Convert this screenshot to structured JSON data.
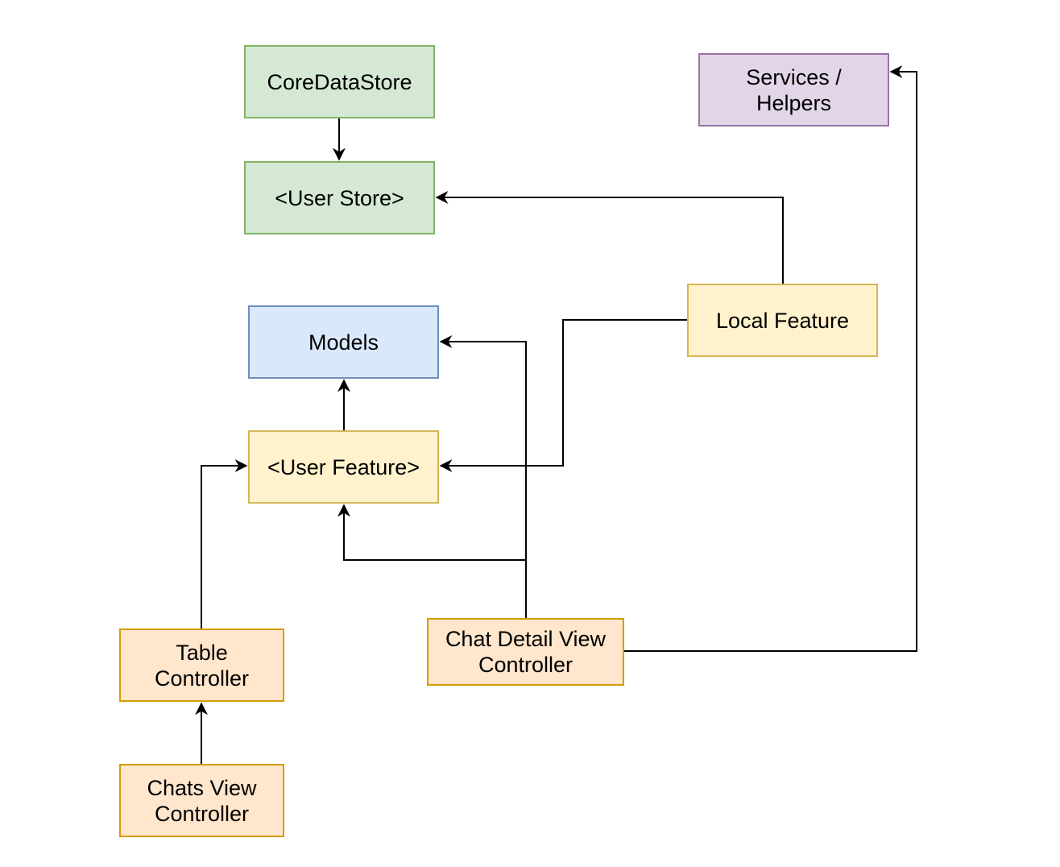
{
  "nodes": {
    "coredatastore": {
      "label": "CoreDataStore",
      "fill": "#d5e8d4",
      "stroke": "#82b366"
    },
    "user_store": {
      "label": "<User Store>",
      "fill": "#d5e8d4",
      "stroke": "#82b366"
    },
    "services": {
      "label": "Services /\nHelpers",
      "fill": "#e1d5e7",
      "stroke": "#9673a6"
    },
    "models": {
      "label": "Models",
      "fill": "#dae8fc",
      "stroke": "#6c8ebf"
    },
    "local_feature": {
      "label": "Local Feature",
      "fill": "#fff2cc",
      "stroke": "#d6b656"
    },
    "user_feature": {
      "label": "<User Feature>",
      "fill": "#fff2cc",
      "stroke": "#d6b656"
    },
    "table_controller": {
      "label": "Table\nController",
      "fill": "#ffe6cc",
      "stroke": "#d79b00"
    },
    "chat_detail": {
      "label": "Chat Detail View\nController",
      "fill": "#ffe6cc",
      "stroke": "#d79b00"
    },
    "chats_view": {
      "label": "Chats View\nController",
      "fill": "#ffe6cc",
      "stroke": "#d79b00"
    }
  },
  "edges": [
    {
      "from": "coredatastore",
      "to": "user_store"
    },
    {
      "from": "local_feature",
      "to": "user_store"
    },
    {
      "from": "local_feature",
      "to": "user_feature"
    },
    {
      "from": "user_feature",
      "to": "models"
    },
    {
      "from": "chat_detail",
      "to": "models"
    },
    {
      "from": "chat_detail",
      "to": "user_feature"
    },
    {
      "from": "chat_detail",
      "to": "services"
    },
    {
      "from": "table_controller",
      "to": "user_feature"
    },
    {
      "from": "chats_view",
      "to": "table_controller"
    }
  ],
  "edge_color": "#000000"
}
